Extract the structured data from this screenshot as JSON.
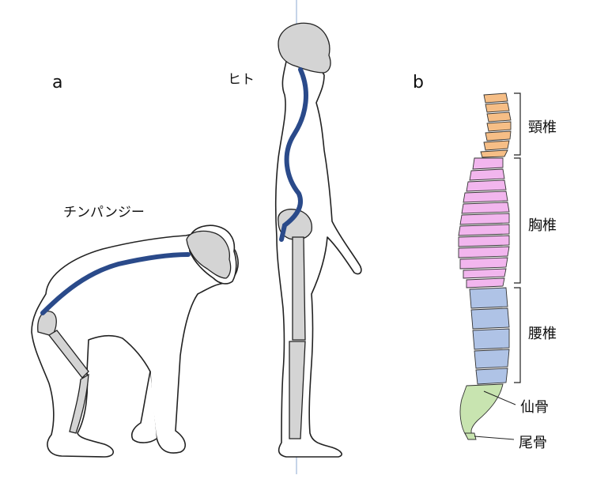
{
  "panels": {
    "a": "a",
    "b": "b"
  },
  "labels": {
    "chimpanzee": "チンパンジー",
    "human": "ヒト"
  },
  "spine_regions": {
    "cervical": "頸椎",
    "thoracic": "胸椎",
    "lumbar": "腰椎",
    "sacrum": "仙骨",
    "coccyx": "尾骨"
  },
  "colors": {
    "spine_curve": "#2a4a8a",
    "skeleton_fill": "#d4d4d4",
    "outline": "#222222",
    "cervical": "#f6be86",
    "thoracic": "#f2b6ee",
    "lumbar": "#afc3e6",
    "sacrum": "#c8e4b0",
    "center_line": "#9fb7d9"
  }
}
